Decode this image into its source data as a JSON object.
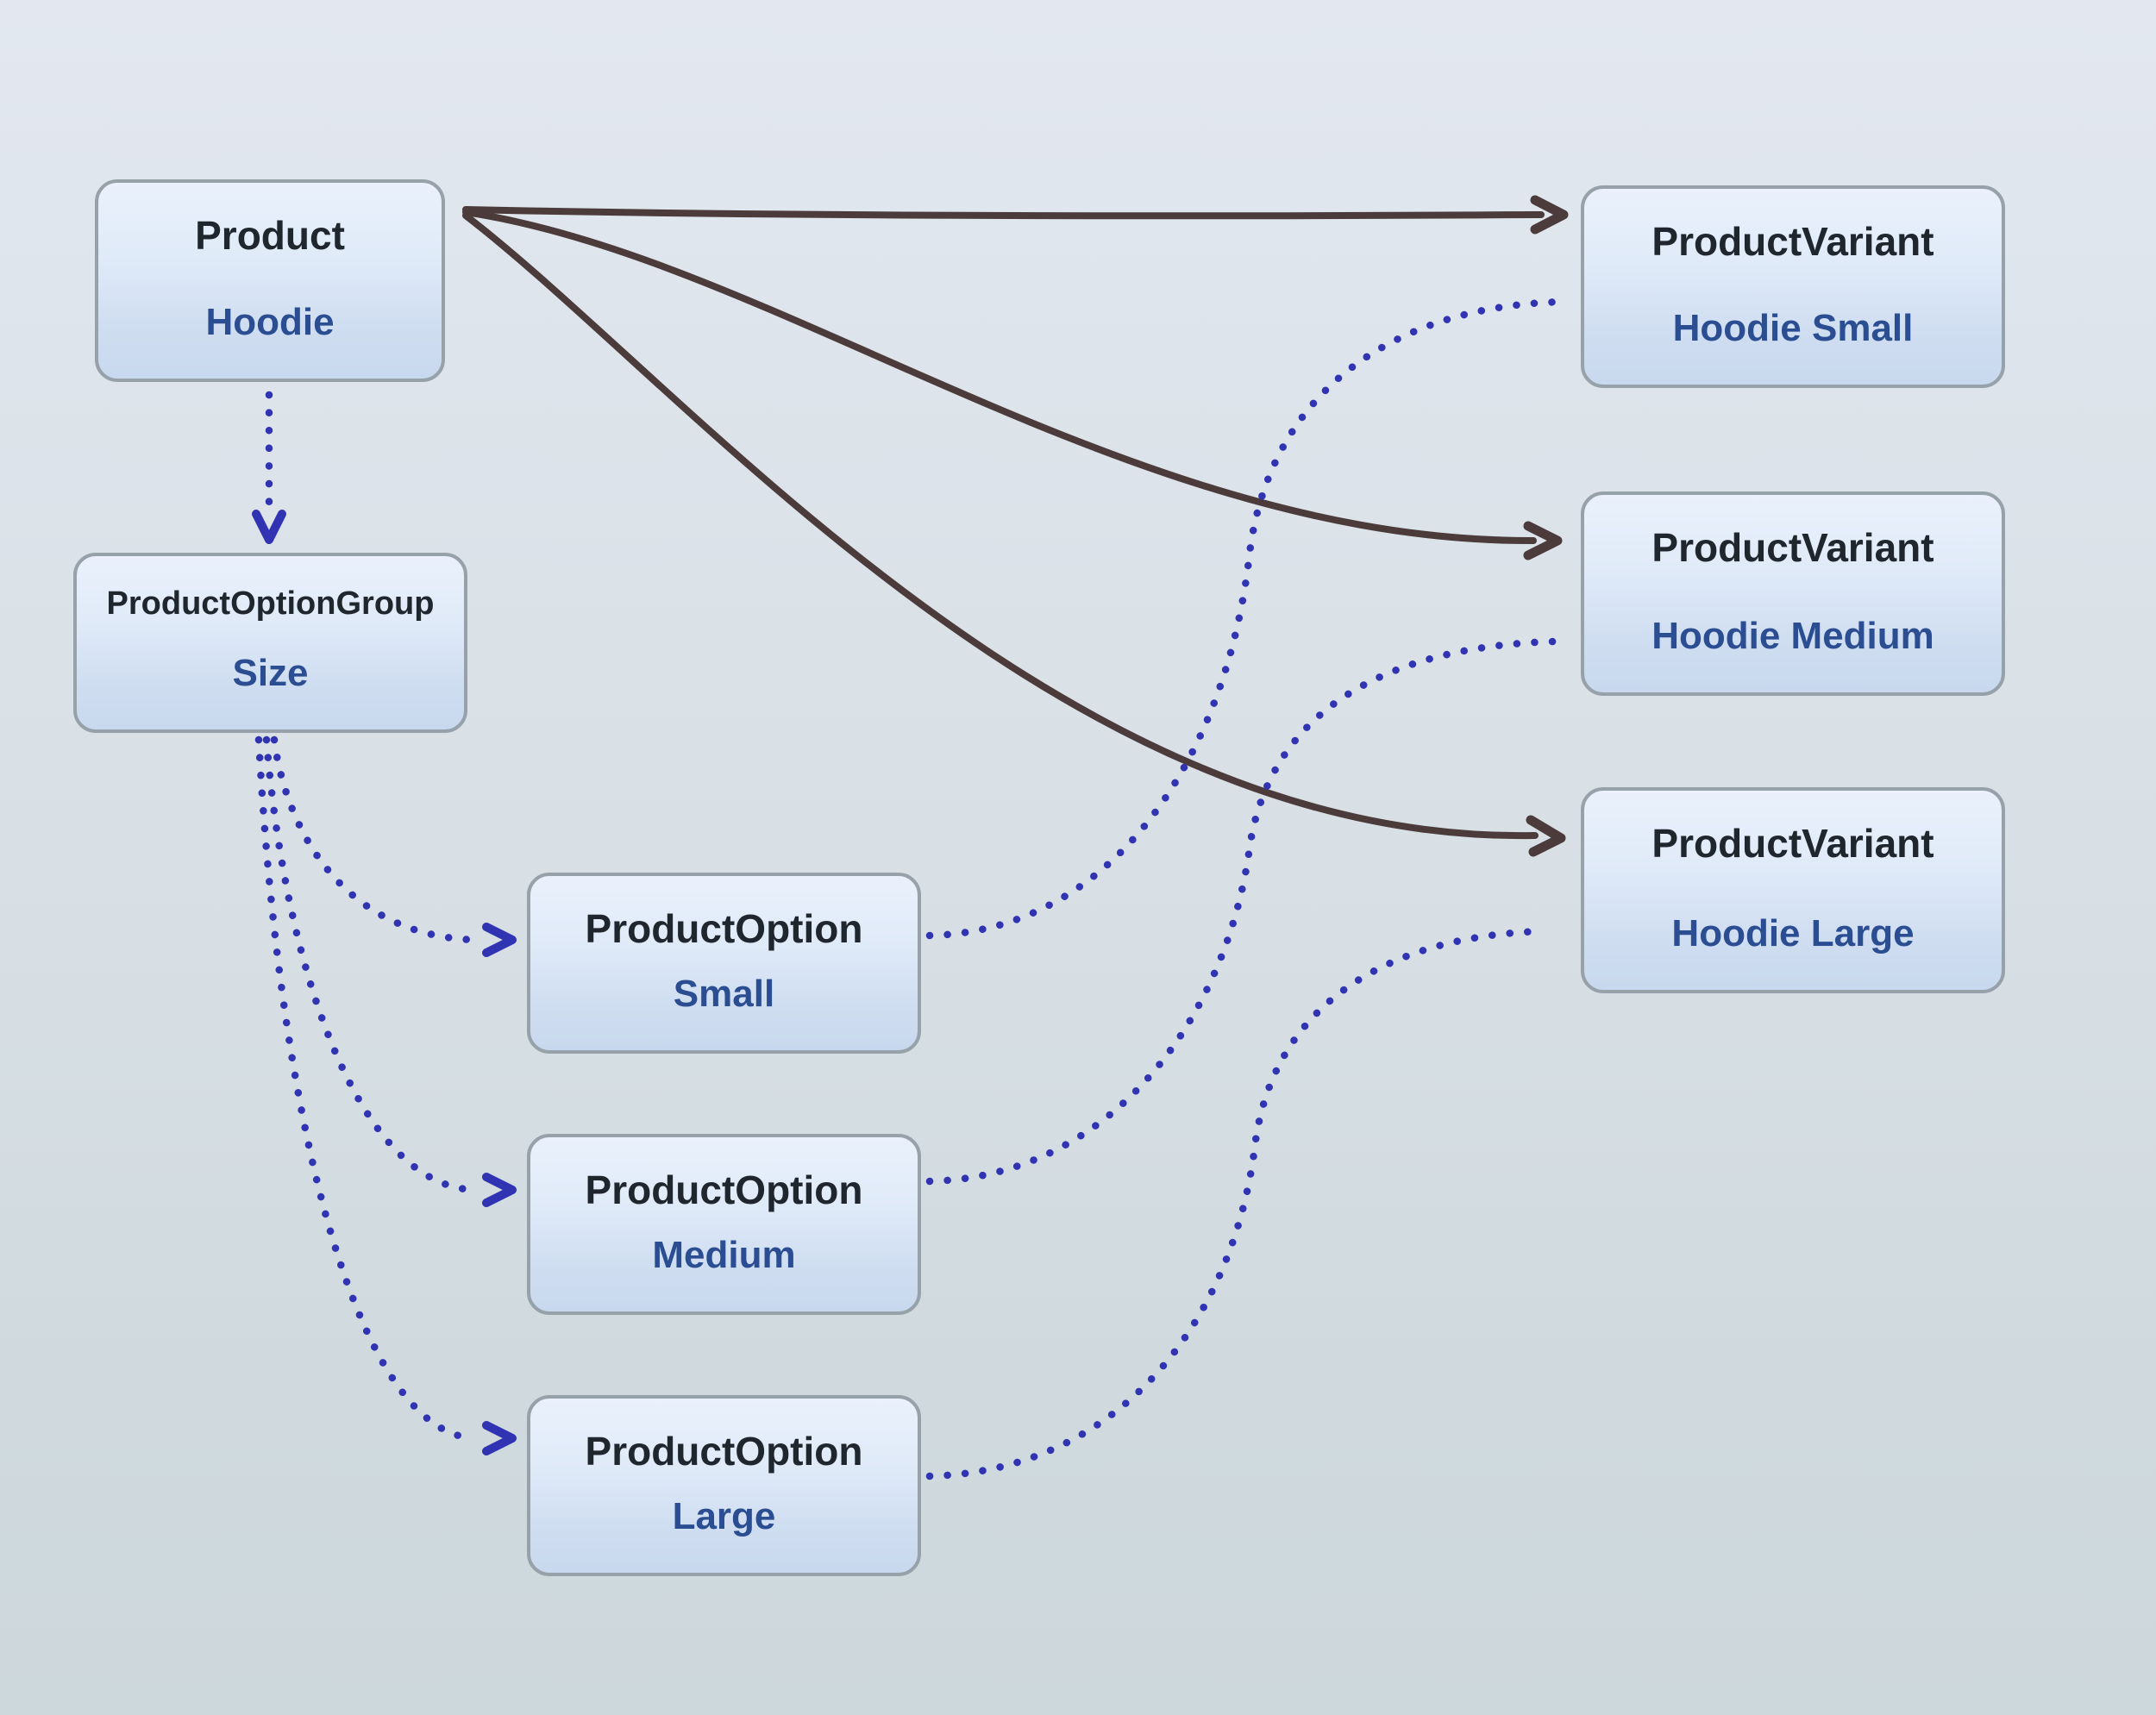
{
  "diagram": {
    "type": "entity-relationship-flowchart",
    "topic": "Product / ProductOptionGroup / ProductOption / ProductVariant relationships",
    "nodes": {
      "product": {
        "name": "Product",
        "value": "Hoodie"
      },
      "option_group": {
        "name": "ProductOptionGroup",
        "value": "Size"
      },
      "option_small": {
        "name": "ProductOption",
        "value": "Small"
      },
      "option_medium": {
        "name": "ProductOption",
        "value": "Medium"
      },
      "option_large": {
        "name": "ProductOption",
        "value": "Large"
      },
      "variant_small": {
        "name": "ProductVariant",
        "value": "Hoodie Small"
      },
      "variant_medium": {
        "name": "ProductVariant",
        "value": "Hoodie Medium"
      },
      "variant_large": {
        "name": "ProductVariant",
        "value": "Hoodie Large"
      }
    },
    "edges": [
      {
        "from": "Product (Hoodie)",
        "to": "ProductVariant (Hoodie Small)",
        "style": "solid-arrow"
      },
      {
        "from": "Product (Hoodie)",
        "to": "ProductVariant (Hoodie Medium)",
        "style": "solid-arrow"
      },
      {
        "from": "Product (Hoodie)",
        "to": "ProductVariant (Hoodie Large)",
        "style": "solid-arrow"
      },
      {
        "from": "Product (Hoodie)",
        "to": "ProductOptionGroup (Size)",
        "style": "dotted-arrow"
      },
      {
        "from": "ProductOptionGroup (Size)",
        "to": "ProductOption (Small)",
        "style": "dotted-arrow"
      },
      {
        "from": "ProductOptionGroup (Size)",
        "to": "ProductOption (Medium)",
        "style": "dotted-arrow"
      },
      {
        "from": "ProductOptionGroup (Size)",
        "to": "ProductOption (Large)",
        "style": "dotted-arrow"
      },
      {
        "from": "ProductOption (Small)",
        "to": "ProductVariant (Hoodie Small)",
        "style": "dotted-line"
      },
      {
        "from": "ProductOption (Medium)",
        "to": "ProductVariant (Hoodie Medium)",
        "style": "dotted-line"
      },
      {
        "from": "ProductOption (Large)",
        "to": "ProductVariant (Hoodie Large)",
        "style": "dotted-line"
      }
    ],
    "colors": {
      "background_top": "#e3e8f0",
      "background_bottom": "#cdd8dc",
      "node_fill_top": "#eaf1fc",
      "node_fill_bottom": "#c8d8ee",
      "node_border": "#96a1a9",
      "node_name_text": "#20262e",
      "node_value_text": "#2b4d92",
      "solid_edge": "#4b3b3a",
      "dotted_edge": "#3034b2"
    }
  }
}
